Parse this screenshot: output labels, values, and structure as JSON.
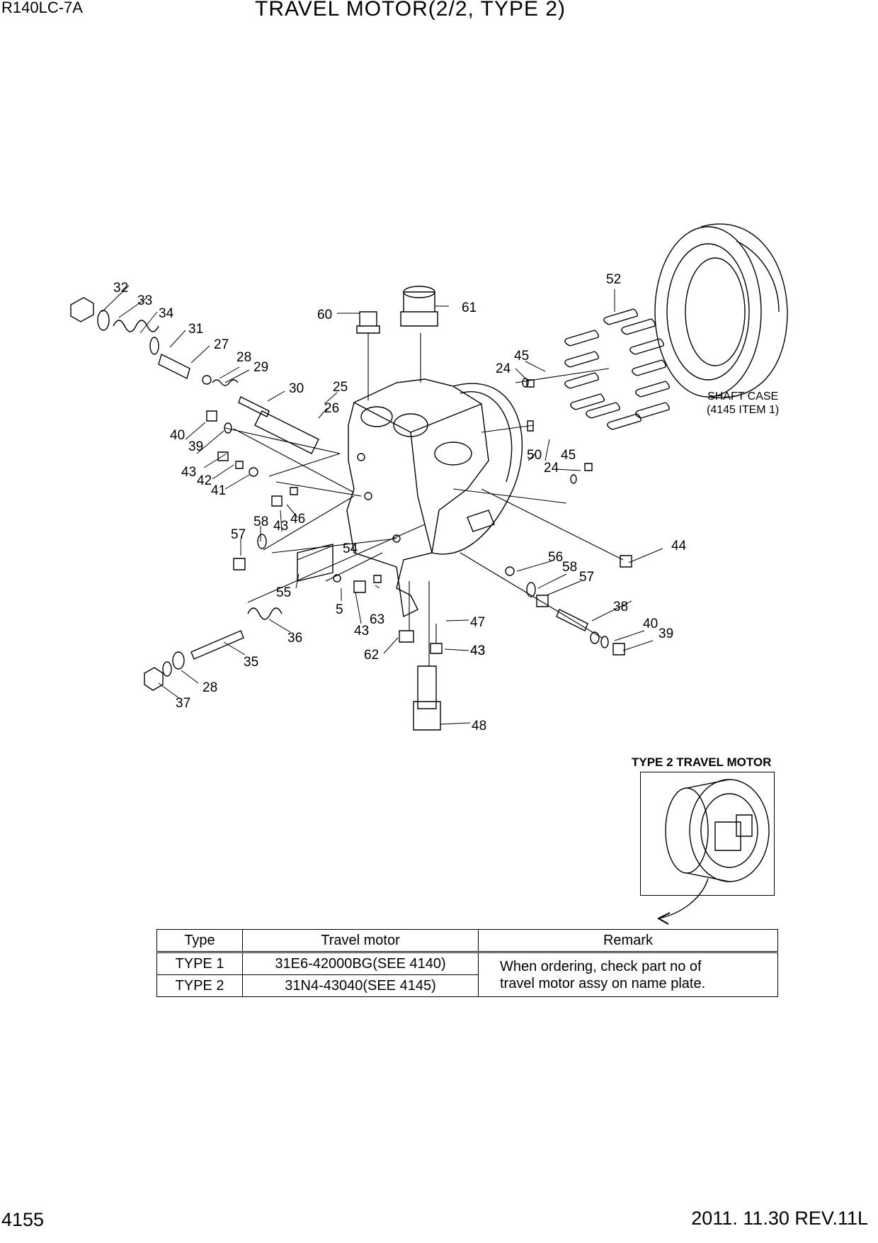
{
  "header": {
    "model": "R140LC-7A",
    "title": "TRAVEL MOTOR(2/2, TYPE 2)"
  },
  "footer": {
    "page": "4155",
    "revision": "2011. 11.30  REV.11L"
  },
  "diagram": {
    "shaft_case_note": {
      "line1": "SHAFT CASE",
      "line2": "(4145 ITEM 1)"
    },
    "inset_title": "TYPE 2 TRAVEL MOTOR",
    "callouts": [
      "32",
      "33",
      "34",
      "31",
      "27",
      "28",
      "29",
      "30",
      "26",
      "25",
      "60",
      "61",
      "52",
      "45",
      "24",
      "50",
      "45",
      "24",
      "40",
      "39",
      "43",
      "42",
      "41",
      "43",
      "46",
      "57",
      "58",
      "43",
      "54",
      "55",
      "5",
      "43",
      "63",
      "62",
      "47",
      "43",
      "48",
      "56",
      "58",
      "57",
      "44",
      "38",
      "40",
      "39",
      "36",
      "35",
      "28",
      "37"
    ]
  },
  "table": {
    "headers": [
      "Type",
      "Travel motor",
      "Remark"
    ],
    "rows": [
      {
        "type": "TYPE 1",
        "motor": "31E6-42000BG(SEE 4140)"
      },
      {
        "type": "TYPE 2",
        "motor": "31N4-43040(SEE 4145)"
      }
    ],
    "remark_line1": "When ordering, check part no of",
    "remark_line2": "travel motor assy on name plate."
  }
}
